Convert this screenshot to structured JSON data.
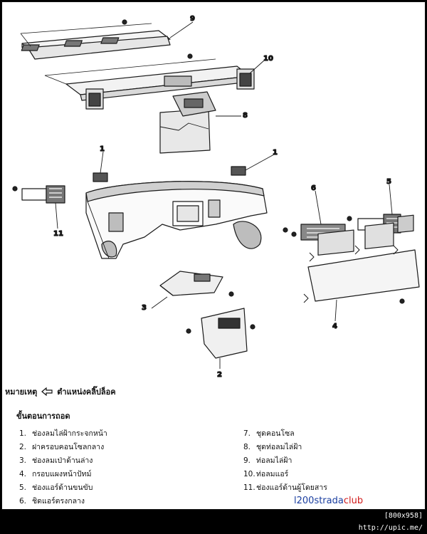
{
  "callouts": {
    "c1a": "1",
    "c1b": "1",
    "c2": "2",
    "c3": "3",
    "c4": "4",
    "c5": "5",
    "c6": "6",
    "c8": "8",
    "c9": "9",
    "c10": "10",
    "c11": "11"
  },
  "note": {
    "label": "หมายเหตุ",
    "text": "ตำแหน่งคลิ๊ปล็อค"
  },
  "legend": {
    "title": "ขั้นตอนการถอด",
    "left": [
      {
        "num": "1.",
        "text": "ช่องลมไล่ฝ้ากระจกหน้า"
      },
      {
        "num": "2.",
        "text": "ฝาครอบคอนโซลกลาง"
      },
      {
        "num": "3.",
        "text": "ช่องลมเป่าด้านล่าง"
      },
      {
        "num": "4.",
        "text": "กรอบแผงหน้าปัทม์"
      },
      {
        "num": "5.",
        "text": "ช่องแอร์ด้านขนขับ"
      },
      {
        "num": "6.",
        "text": "ชิดแอร์ตรงกลาง"
      }
    ],
    "right": [
      {
        "num": "7.",
        "text": "ชุดคอนโซล"
      },
      {
        "num": "8.",
        "text": "ชุดท่อลมไล่ฝ้า"
      },
      {
        "num": "9.",
        "text": "ท่อลมไล่ฝ้า"
      },
      {
        "num": "10.",
        "text": "ท่อลมแอร์"
      },
      {
        "num": "11.",
        "text": "ช่องแอร์ด้านผู้โดยสาร"
      }
    ]
  },
  "brand": {
    "prefix": "l200",
    "middle": "strada",
    "suffix": "club"
  },
  "resolution_bar": "[800x958] http://upic.me/"
}
